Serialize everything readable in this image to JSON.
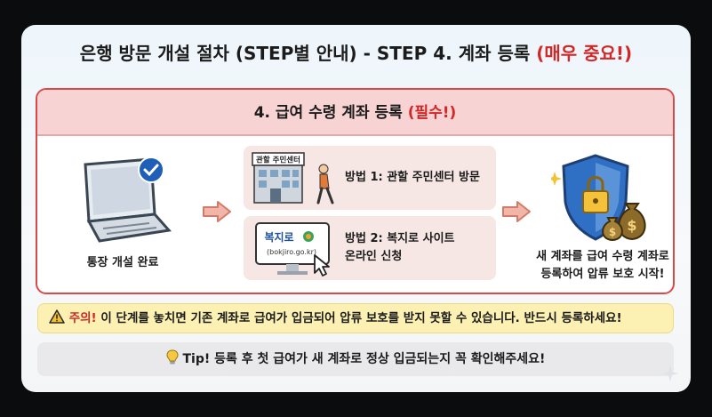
{
  "title": {
    "main": "은행 방문 개설 절차 (STEP별 안내) - STEP 4. 계좌 등록 ",
    "emphasis": "(매우 중요!)"
  },
  "panel": {
    "heading": "4. 급여 수령 계좌 등록 ",
    "required": "(필수!)",
    "left_caption": "통장 개설 완료",
    "method1": {
      "sign": "관할 주민센터",
      "label": "방법 1: 관할 주민센터 방문"
    },
    "method2": {
      "logo": "복지로",
      "url": "(bokjiro.go.kr)",
      "label_line1": "방법 2: 복지로 사이트",
      "label_line2": "온라인 신청"
    },
    "right_caption_line1": "새 계좌를 급여 수령 계좌로",
    "right_caption_line2": "등록하여 압류 보호 시작!"
  },
  "warning": {
    "label": "주의!",
    "text": " 이 단계를 놓치면 기존 계좌로 급여가 입금되어 압류 보호를 받지 못할 수 있습니다. 반드시 등록하세요!"
  },
  "tip": {
    "text": "Tip! 등록 후 첫 급여가 새 계좌로 정상 입금되는지 꼭 확인해주세요!"
  },
  "colors": {
    "accent_red": "#d32626",
    "panel_border": "#d84a4a",
    "header_bg": "#f7d3d3",
    "warning_bg": "#fcf1b3",
    "tip_bg": "#e9e9eb"
  },
  "icons": [
    "laptop-check-icon",
    "arrow-right-icon",
    "community-center-icon",
    "walking-person-icon",
    "monitor-bokjiro-icon",
    "cursor-icon",
    "shield-lock-icon",
    "money-bag-icon",
    "warning-icon",
    "lightbulb-icon",
    "sparkle-icon"
  ]
}
